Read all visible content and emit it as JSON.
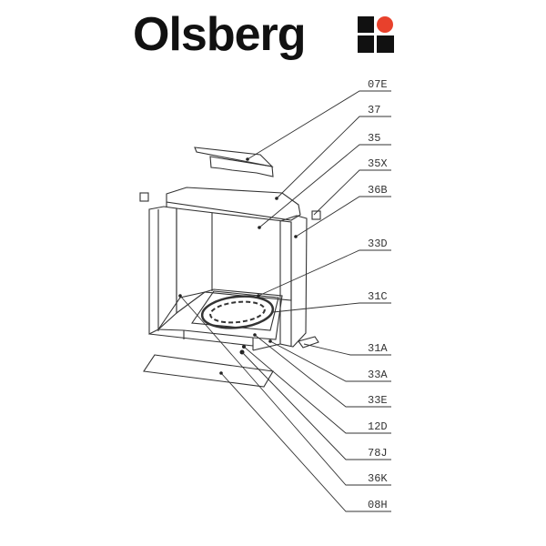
{
  "brand": {
    "name": "Olsberg",
    "accent_color": "#e8412c",
    "mark_color": "#111111"
  },
  "parts": [
    {
      "code": "07E"
    },
    {
      "code": "37"
    },
    {
      "code": "35"
    },
    {
      "code": "35X"
    },
    {
      "code": "36B"
    },
    {
      "code": "33D"
    },
    {
      "code": "31C"
    },
    {
      "code": "31A"
    },
    {
      "code": "33A"
    },
    {
      "code": "33E"
    },
    {
      "code": "12D"
    },
    {
      "code": "78J"
    },
    {
      "code": "36K"
    },
    {
      "code": "08H"
    }
  ]
}
